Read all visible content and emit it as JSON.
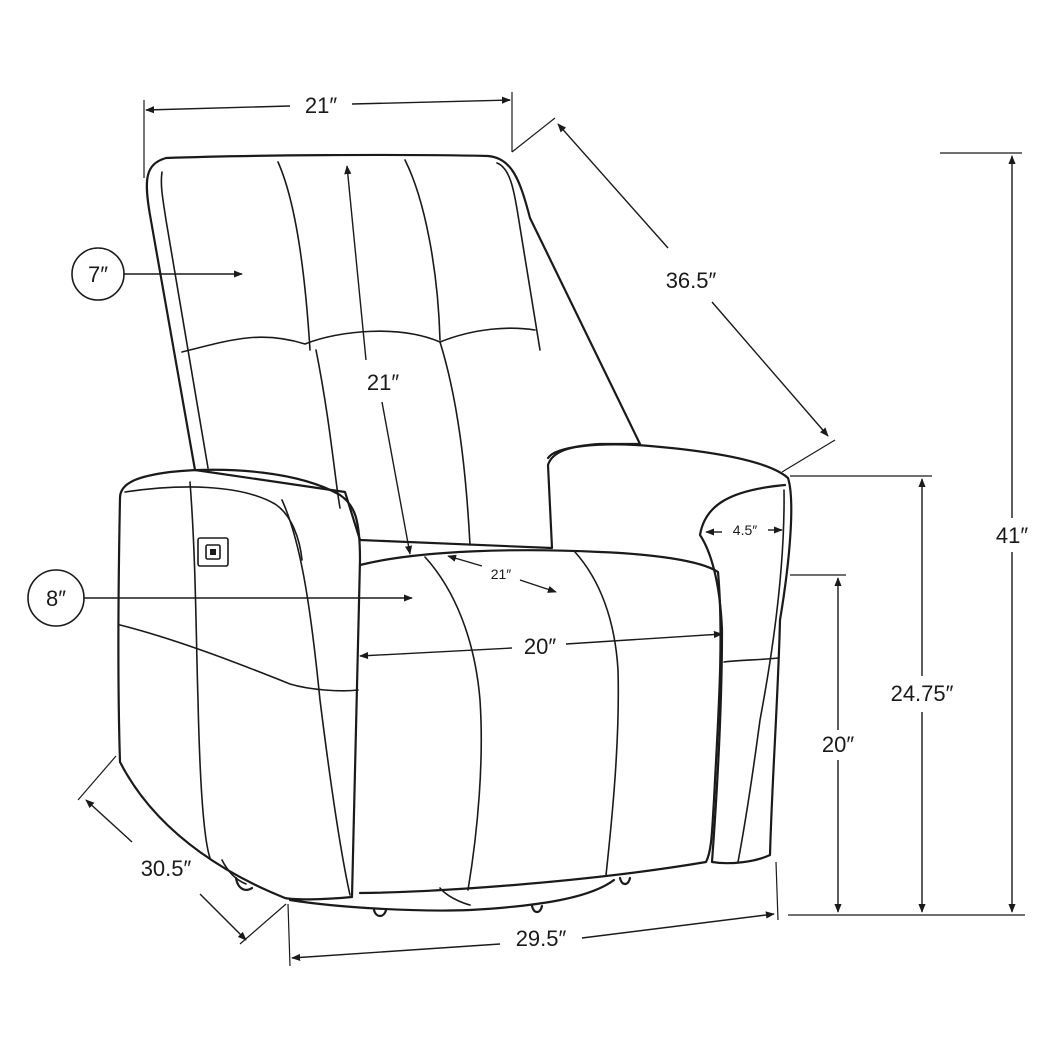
{
  "dimensions": {
    "top_width": "21″",
    "back_height": "21″",
    "seat_depth": "21″",
    "diagonal_back": "36.5″",
    "overall_height": "41″",
    "arm_height": "24.75″",
    "seat_height": "20″",
    "seat_width": "20″",
    "arm_width": "4.5″",
    "side_depth": "30.5″",
    "overall_width": "29.5″",
    "headrest_callout": "7″",
    "seat_callout": "8″"
  }
}
